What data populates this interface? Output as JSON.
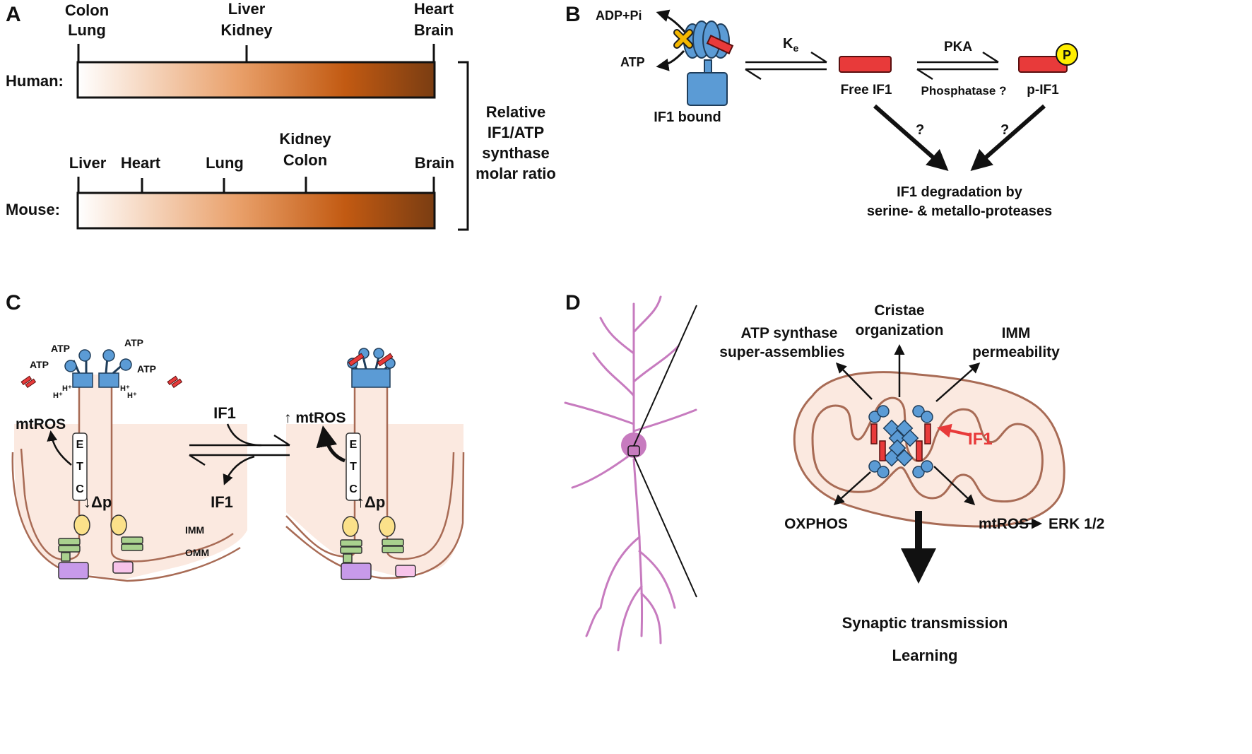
{
  "colors": {
    "gradient_start": "#ffffff",
    "gradient_mid": "#e9a06a",
    "gradient_dark": "#c25a12",
    "gradient_end": "#7a3d12",
    "atp_synthase_blue": "#5b9bd5",
    "if1_red": "#e83a3a",
    "phospho_yellow": "#ffee00",
    "block_orange": "#f5b800",
    "mito_fill": "#fbe9e0",
    "membrane_brown": "#a86b55",
    "neuron_purple": "#c77bbf",
    "etc_green": "#a9d18e",
    "etc_purple": "#c79aea",
    "etc_pink": "#f7c3ea",
    "etc_yellow": "#fbe18a"
  },
  "panel_a": {
    "label": "A",
    "human_row": "Human:",
    "mouse_row": "Mouse:",
    "human_ticks": [
      {
        "lines": [
          "Colon",
          "Lung"
        ]
      },
      {
        "lines": [
          "Liver",
          "Kidney"
        ]
      },
      {
        "lines": [
          "Heart",
          "Brain"
        ]
      }
    ],
    "mouse_ticks": [
      {
        "lines": [
          "Liver"
        ]
      },
      {
        "lines": [
          "Heart"
        ]
      },
      {
        "lines": [
          "Lung"
        ]
      },
      {
        "lines": [
          "Kidney",
          "Colon"
        ]
      },
      {
        "lines": [
          "Brain"
        ]
      }
    ],
    "bracket_label": [
      "Relative",
      "IF1/ATP",
      "synthase",
      "molar ratio"
    ]
  },
  "panel_b": {
    "label": "B",
    "adp": "ADP+Pi",
    "atp": "ATP",
    "bound": "IF1 bound",
    "ke_main": "K",
    "ke_sub": "e",
    "free": "Free IF1",
    "pka": "PKA",
    "phosphatase": "Phosphatase ?",
    "p_symbol": "P",
    "pif1": "p-IF1",
    "q_left": "?",
    "q_right": "?",
    "degradation": [
      "IF1 degradation by",
      "serine- & metallo-proteases"
    ]
  },
  "panel_c": {
    "label": "C",
    "atp": "ATP",
    "h": "H⁺",
    "mtros_left": "mtROS",
    "mtros_right": "↑ mtROS",
    "etc_letters": [
      "E",
      "T",
      "C"
    ],
    "dp_left": "↓Δp",
    "dp_right": "↑Δp",
    "if1_top": "IF1",
    "if1_bottom": "IF1",
    "imm": "IMM",
    "omm": "OMM"
  },
  "panel_d": {
    "label": "D",
    "atp_super": [
      "ATP synthase",
      "super-assemblies"
    ],
    "cristae": [
      "Cristae",
      "organization"
    ],
    "imm_perm": [
      "IMM",
      "permeability"
    ],
    "if1": "IF1",
    "oxphos": "OXPHOS",
    "mtros": "mtROS",
    "erk": "ERK 1/2",
    "synaptic": "Synaptic transmission",
    "learning": "Learning"
  }
}
